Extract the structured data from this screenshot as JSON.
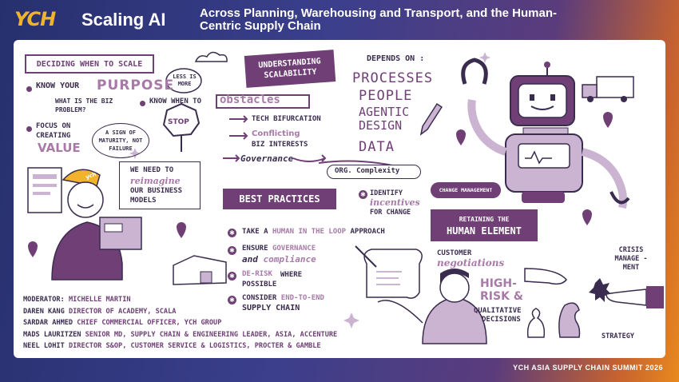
{
  "header": {
    "logo": "YCH",
    "title": "Scaling AI",
    "subtitle": "Across Planning, Warehousing and Transport, and the Human-Centric Supply Chain"
  },
  "deciding": {
    "banner": "DECIDING WHEN TO SCALE",
    "purpose_prefix": "KNOW YOUR",
    "purpose": "PURPOSE",
    "less_is_more": "LESS IS MORE",
    "biz_problem": "WHAT IS THE BIZ PROBLEM?",
    "know_when": "KNOW WHEN TO",
    "stop": "STOP",
    "focus": "FOCUS ON CREATING",
    "value": "VALUE",
    "maturity": "A SIGN OF MATURITY, NOT FAILURE",
    "reimagine_1": "WE NEED TO",
    "reimagine_2": "reimagine",
    "reimagine_3": "OUR BUSINESS MODELS",
    "cap_logo": "ych"
  },
  "scalability": {
    "banner": "UNDERSTANDING SCALABILITY",
    "depends_on": "DEPENDS ON :",
    "items": [
      "PROCESSES",
      "PEOPLE",
      "AGENTIC DESIGN",
      "DATA"
    ],
    "obstacles": "obstacles",
    "obstacle_items": [
      "TECH BIFURCATION",
      "Conflicting",
      "BIZ INTERESTS",
      "Governance"
    ],
    "org_complexity": "ORG. Complexity",
    "change_management": "CHANGE MANAGEMENT"
  },
  "best_practices": {
    "banner": "BEST PRACTICES",
    "identify": "IDENTIFY",
    "incentives": "incentives",
    "for_change": "FOR CHANGE",
    "take_prefix": "TAKE A",
    "take_highlight": "HUMAN IN THE LOOP",
    "take_suffix": "APPROACH",
    "ensure": "ENSURE",
    "governance": "GOVERNANCE",
    "and": "and",
    "compliance": "compliance",
    "derisk_highlight": "DE-RISK",
    "derisk_rest": "WHERE POSSIBLE",
    "consider": "CONSIDER",
    "end_to_end": "END-TO-END",
    "supply_chain": "SUPPLY CHAIN"
  },
  "human": {
    "banner_1": "RETAINING THE",
    "banner_2": "HUMAN ELEMENT",
    "customer": "CUSTOMER",
    "negotiations": "negotiations",
    "high_risk_1": "HIGH-",
    "high_risk_2": "RISK &",
    "qualitative_1": "QUALITATIVE",
    "qualitative_2": "DECISIONS",
    "crisis": "CRISIS MANAGE -MENT",
    "strategy": "STRATEGY"
  },
  "credits": [
    {
      "role": "MODERATOR:",
      "name": "MICHELLE MARTIN"
    },
    {
      "role": "DAREN KANG",
      "name": "DIRECTOR OF ACADEMY, SCALA"
    },
    {
      "role": "SARDAR AHMED",
      "name": "CHIEF COMMERCIAL OFFICER, YCH GROUP"
    },
    {
      "role": "MADS LAURITZEN",
      "name": "SENIOR MD, SUPPLY CHAIN & ENGINEERING LEADER, ASIA, ACCENTURE"
    },
    {
      "role": "NEEL LOHIT",
      "name": "DIRECTOR S&OP, CUSTOMER SERVICE & LOGISTICS, PROCTER & GAMBLE"
    }
  ],
  "footer": "YCH ASIA SUPPLY CHAIN SUMMIT 2026",
  "colors": {
    "purple": "#6f3f76",
    "lilac": "#cbb3d2",
    "ink": "#3a2c4e",
    "yellow": "#f2b32c"
  }
}
